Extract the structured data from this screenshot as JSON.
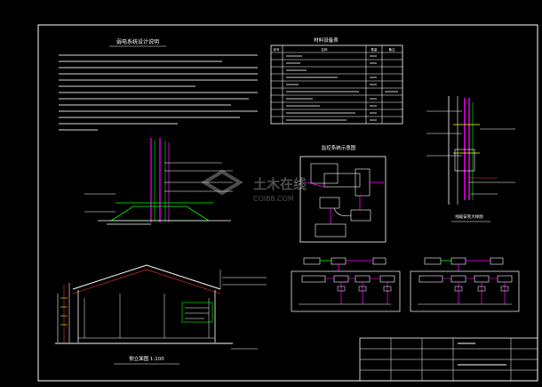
{
  "drawing": {
    "notes_title": "弱电系统设计说明",
    "table_title": "材料设备表",
    "table_header": {
      "col1": "序号",
      "col2": "名称",
      "col3": "数量",
      "col4": "备注"
    },
    "table_rows": [
      {
        "name": "",
        "qty": "",
        "note": ""
      },
      {
        "name": "",
        "qty": "",
        "note": ""
      },
      {
        "name": "",
        "qty": "",
        "note": ""
      },
      {
        "name": "",
        "qty": "",
        "note": ""
      },
      {
        "name": "",
        "qty": "",
        "note": ""
      },
      {
        "name": "",
        "qty": "",
        "note": ""
      },
      {
        "name": "",
        "qty": "",
        "note": ""
      },
      {
        "name": "",
        "qty": "",
        "note": ""
      },
      {
        "name": "",
        "qty": "",
        "note": ""
      },
      {
        "name": "",
        "qty": "",
        "note": ""
      }
    ],
    "system_title": "监控系统示意图",
    "elevation_title": "侧立面图 1:100",
    "detail_title": "线缆安装大样图",
    "watermark_cn": "土木在线",
    "watermark_en": "COI88.COM"
  },
  "colors": {
    "background": "#000000",
    "frame": "#ffffff",
    "magenta": "#ff00ff",
    "green": "#00ff00",
    "cyan": "#00ffff",
    "yellow": "#ffff00",
    "red": "#ff3333",
    "blue": "#4a6bff"
  }
}
